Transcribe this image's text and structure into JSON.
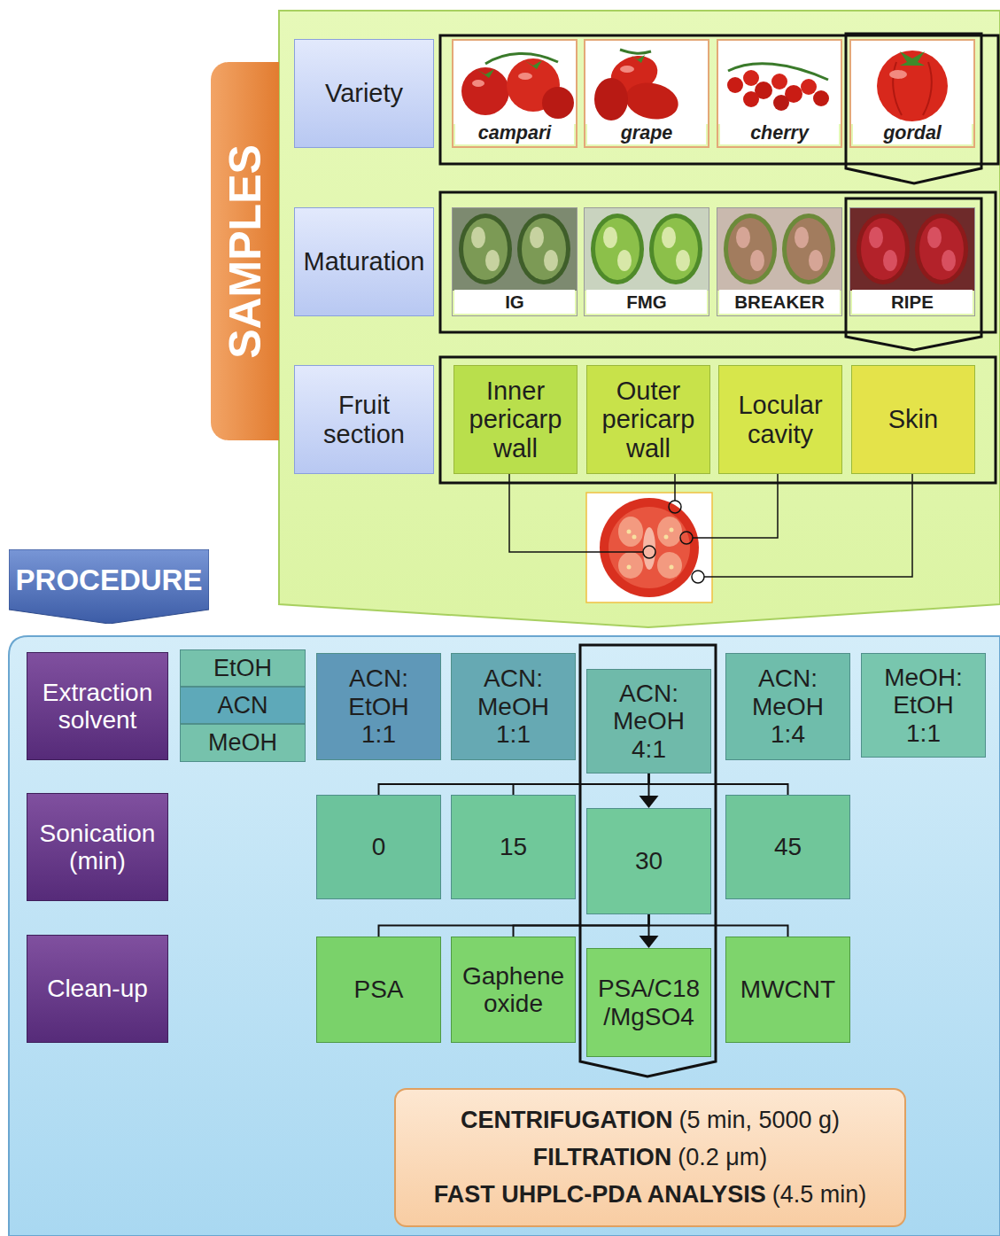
{
  "diagram": {
    "nodes": [
      {
        "text": [
          "SAMPLES"
        ]
      },
      {
        "text": [
          "Variety"
        ]
      },
      {
        "text": [
          "campari"
        ]
      },
      {
        "text": [
          "grape"
        ]
      },
      {
        "text": [
          "cherry"
        ]
      },
      {
        "text": [
          "gordal"
        ]
      },
      {
        "text": [
          "Maturation"
        ]
      },
      {
        "text": [
          "IG"
        ]
      },
      {
        "text": [
          "FMG"
        ]
      },
      {
        "text": [
          "BREAKER"
        ]
      },
      {
        "text": [
          "RIPE"
        ]
      },
      {
        "text": [
          "Fruit section"
        ]
      },
      {
        "text": [
          "Inner pericarp wall"
        ]
      },
      {
        "text": [
          "Outer pericarp wall"
        ]
      },
      {
        "text": [
          "Locular cavity"
        ]
      },
      {
        "text": [
          "Skin"
        ]
      },
      {
        "text": [
          "PROCEDURE"
        ]
      },
      {
        "text": [
          "Extraction solvent"
        ]
      },
      {
        "text": [
          "EtOH"
        ]
      },
      {
        "text": [
          "ACN"
        ]
      },
      {
        "text": [
          "MeOH"
        ]
      },
      {
        "text": [
          "ACN: EtOH 1:1"
        ]
      },
      {
        "text": [
          "ACN: MeOH 1:1"
        ]
      },
      {
        "text": [
          "ACN: MeOH 4:1"
        ]
      },
      {
        "text": [
          "ACN: MeOH 1:4"
        ]
      },
      {
        "text": [
          "MeOH: EtOH 1:1"
        ]
      },
      {
        "text": [
          "Sonication (min)"
        ]
      },
      {
        "text": [
          "0"
        ]
      },
      {
        "text": [
          "15"
        ]
      },
      {
        "text": [
          "30"
        ]
      },
      {
        "text": [
          "45"
        ]
      },
      {
        "text": [
          "Clean-up"
        ]
      },
      {
        "text": [
          "PSA"
        ]
      },
      {
        "text": [
          "Gaphene oxide"
        ]
      },
      {
        "text": [
          "PSA/C18/MgSO4"
        ]
      },
      {
        "text": [
          "MWCNT"
        ]
      },
      {
        "text": [
          "CENTRIFUGATION",
          "(5 min, 5000 g)",
          "FILTRATION",
          "(0.2 μm)",
          "FAST UHPLC-PDA ANALYSIS",
          "(4.5 min)"
        ]
      }
    ],
    "edges": [
      {
        "from": 23,
        "to": 27,
        "arrow": "none"
      },
      {
        "from": 23,
        "to": 28,
        "arrow": "none"
      },
      {
        "from": 23,
        "to": 29,
        "arrow": "to"
      },
      {
        "from": 23,
        "to": 30,
        "arrow": "none"
      },
      {
        "from": 29,
        "to": 32,
        "arrow": "none"
      },
      {
        "from": 29,
        "to": 33,
        "arrow": "none"
      },
      {
        "from": 29,
        "to": 34,
        "arrow": "to"
      },
      {
        "from": 29,
        "to": 35,
        "arrow": "none"
      }
    ]
  }
}
